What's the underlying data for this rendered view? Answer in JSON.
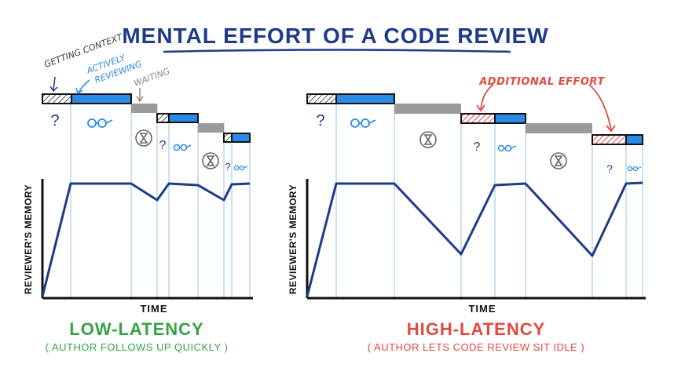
{
  "title": "MENTAL EFFORT OF A CODE REVIEW",
  "colors": {
    "title": "#1f3a8a",
    "memory_line": "#1e3a8a",
    "active_bar": "#2a8ae6",
    "waiting_bar": "#9a9a9a",
    "context_bar": "#6b6b6b",
    "additional_bar": "#e9424a",
    "phase_lines": "#b9d9f2",
    "low_latency": "#34a346",
    "high_latency": "#e24a3f"
  },
  "annotations": {
    "getting_context": "GETTING CONTEXT",
    "actively_reviewing_line1": "ACTIVELY",
    "actively_reviewing_line2": "REVIEWING",
    "waiting": "WAITING",
    "additional_effort": "ADDITIONAL EFFORT"
  },
  "icons": {
    "question": "?",
    "reading": "glasses-icon",
    "waiting": "hourglass-clock-icon"
  },
  "panels": {
    "low": {
      "y_axis_label": "REVIEWER'S MEMORY",
      "x_axis_label": "TIME",
      "caption_title": "LOW-LATENCY",
      "caption_subtitle": "( AUTHOR FOLLOWS UP QUICKLY )"
    },
    "high": {
      "y_axis_label": "REVIEWER'S MEMORY",
      "x_axis_label": "TIME",
      "caption_title": "HIGH-LATENCY",
      "caption_subtitle": "( AUTHOR LETS CODE REVIEW SIT IDLE )"
    }
  }
}
